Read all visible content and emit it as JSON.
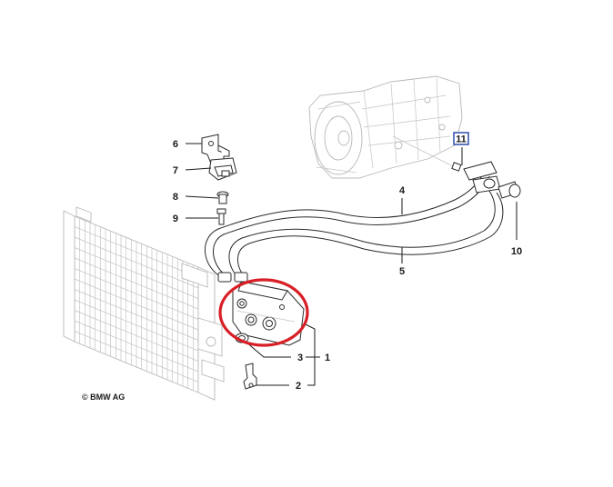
{
  "copyright": "© BMW AG",
  "callouts": {
    "c1": "1",
    "c2": "2",
    "c3": "3",
    "c4": "4",
    "c5": "5",
    "c6": "6",
    "c7": "7",
    "c8": "8",
    "c9": "9",
    "c10": "10",
    "c11": "11"
  },
  "colors": {
    "highlight_ring": "#d81f26",
    "callout_11_box": "#2b4fa8"
  }
}
